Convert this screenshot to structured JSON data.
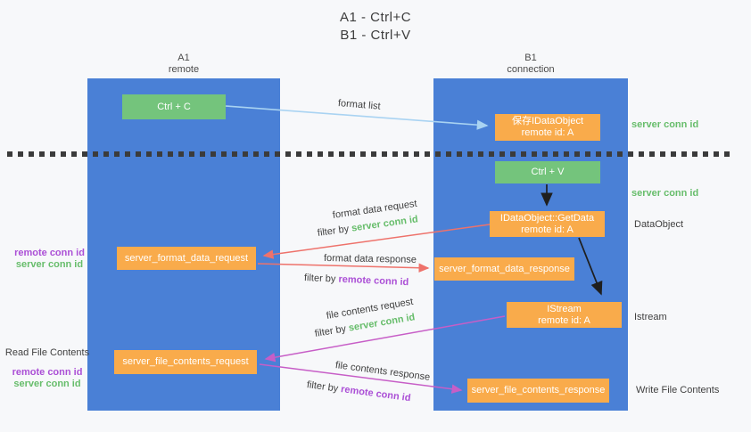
{
  "title": {
    "line1": "A1 - Ctrl+C",
    "line2": "B1 - Ctrl+V"
  },
  "columns": {
    "a1": {
      "name": "A1",
      "subtitle": "remote"
    },
    "b1": {
      "name": "B1",
      "subtitle": "connection"
    }
  },
  "nodes": {
    "ctrl_c": {
      "label": "Ctrl + C"
    },
    "ctrl_v": {
      "label": "Ctrl + V"
    },
    "save_dataobject": {
      "line1": "保存IDataObject",
      "line2": "remote id: A"
    },
    "getdata": {
      "line1": "IDataObject::GetData",
      "line2": "remote id: A"
    },
    "istream": {
      "line1": "IStream",
      "line2": "remote id: A"
    },
    "format_request": {
      "label": "server_format_data_request"
    },
    "format_response": {
      "label": "server_format_data_response"
    },
    "file_request": {
      "label": "server_file_contents_request"
    },
    "file_response": {
      "label": "server_file_contents_response"
    }
  },
  "flow_labels": {
    "format_list": "format list",
    "format_data_request": "format data request",
    "format_data_response": "format data response",
    "file_contents_request": "file contents request",
    "file_contents_response": "file contents response",
    "filter_by": "filter by",
    "server_conn_id": "server conn id",
    "remote_conn_id": "remote conn id"
  },
  "side_labels": {
    "server_conn_id_top": "server conn id",
    "server_conn_id_mid": "server conn id",
    "dataobject": "DataObject",
    "istream": "Istream",
    "write_file_contents": "Write File Contents",
    "read_file_contents": "Read File Contents",
    "remote_conn_id": "remote conn id",
    "server_conn_id": "server conn id"
  },
  "colors": {
    "column_blue": "#4a80d6",
    "box_green": "#74c47c",
    "box_orange": "#f9ab4b",
    "arrow_light_blue": "#a9d3f2",
    "arrow_red": "#ee726b",
    "arrow_magenta": "#c75ec7",
    "arrow_black": "#1f1f1f",
    "text_green": "#67bd6b",
    "text_purple": "#ab4fd6",
    "text_dark": "#3f3f3f"
  }
}
